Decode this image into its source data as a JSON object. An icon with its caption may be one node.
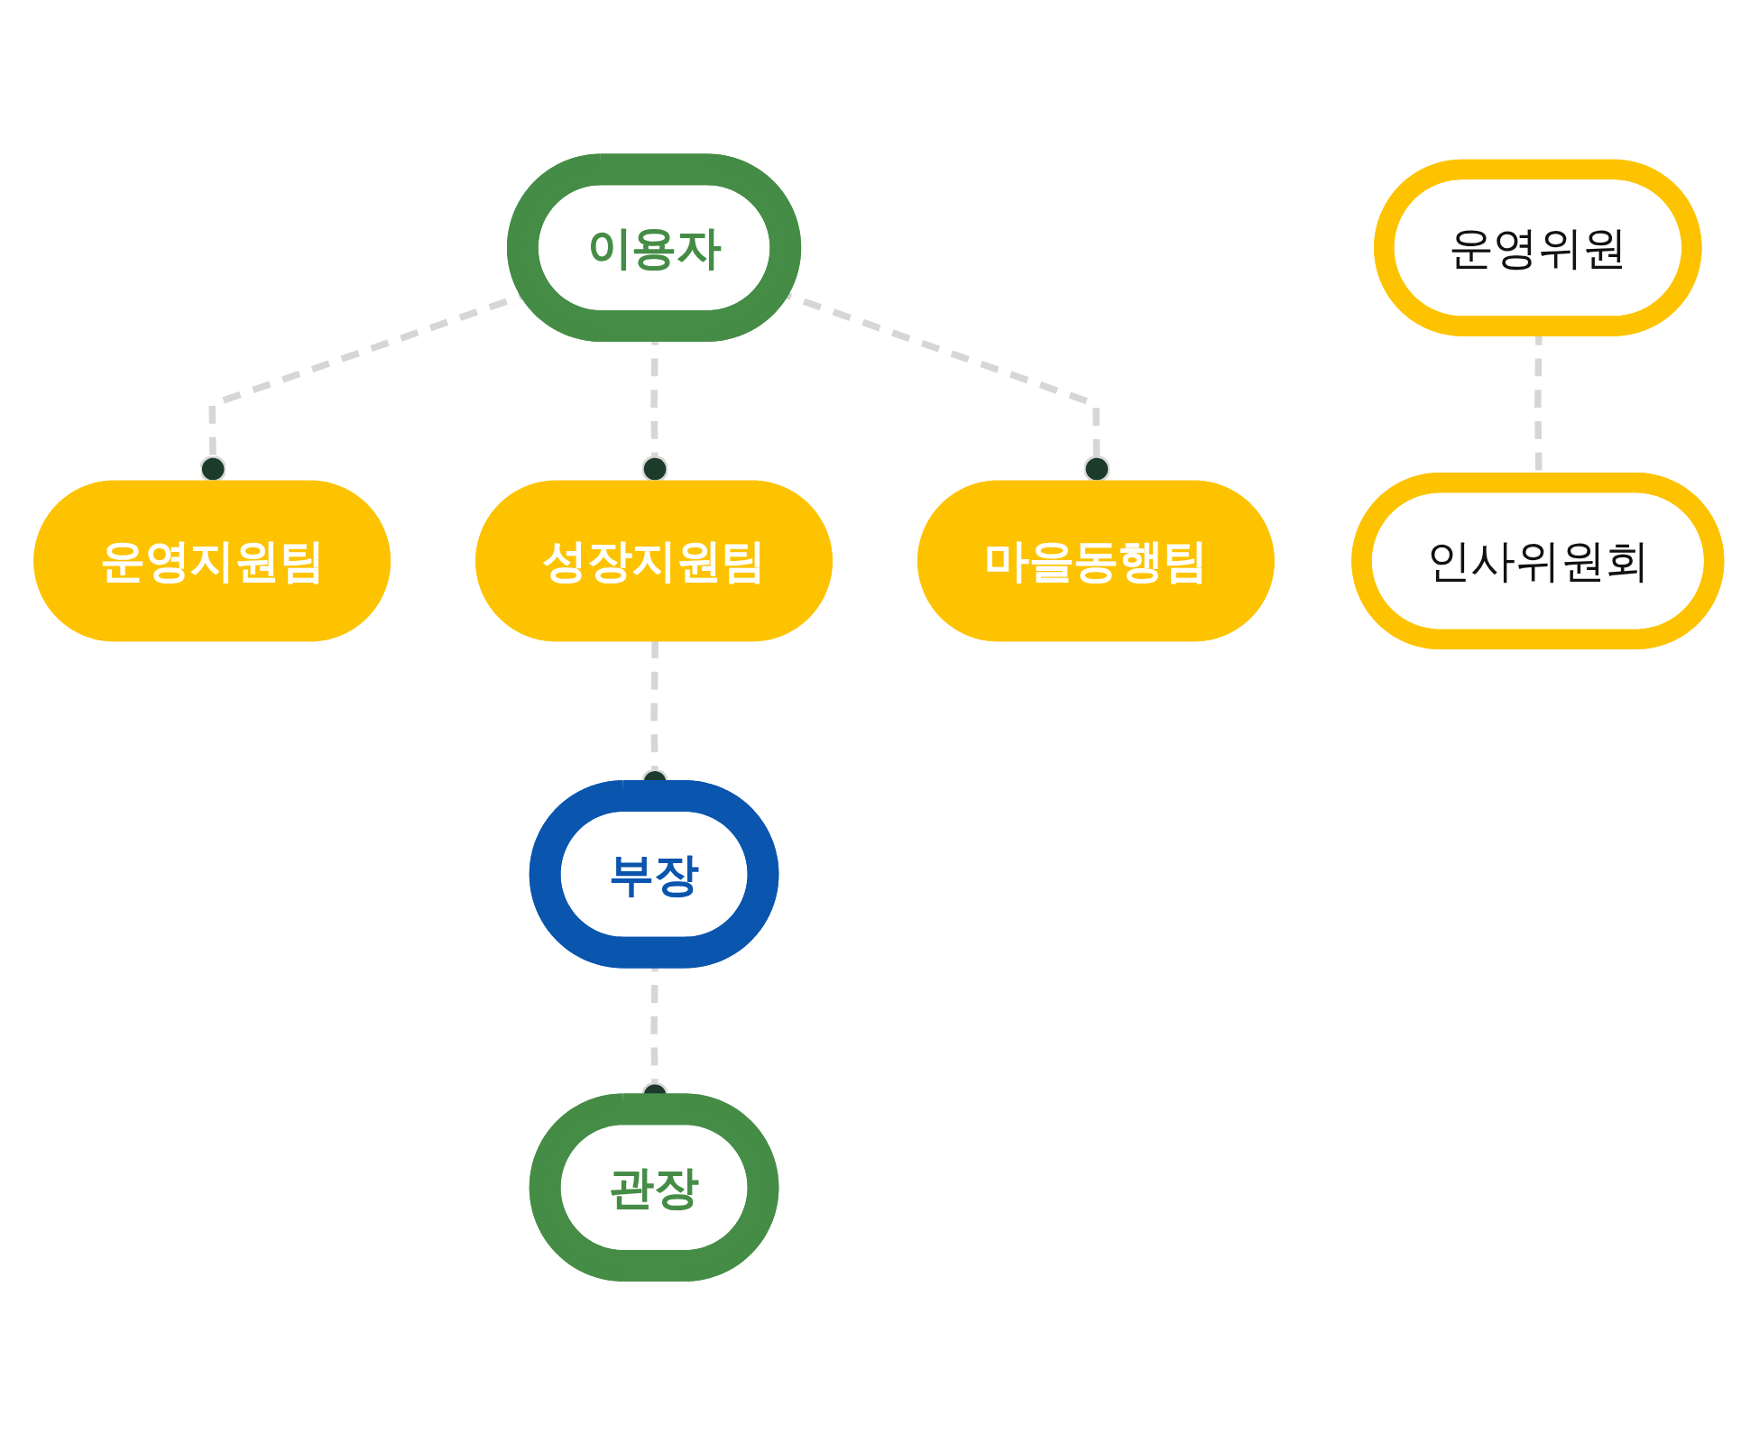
{
  "diagram": {
    "nodes": [
      {
        "text": [
          "이용자"
        ]
      },
      {
        "text": [
          "운영지원팀"
        ]
      },
      {
        "text": [
          "성장지원팀"
        ]
      },
      {
        "text": [
          "마을동행팀"
        ]
      },
      {
        "text": [
          "부장"
        ]
      },
      {
        "text": [
          "운영위원"
        ]
      },
      {
        "text": [
          "인사위원회"
        ]
      },
      {
        "text": [
          "관장"
        ]
      }
    ],
    "edges": [
      {
        "from": 0,
        "to": 1,
        "arrow": "other",
        "style": "dashed"
      },
      {
        "from": 0,
        "to": 2,
        "arrow": "other",
        "style": "dashed"
      },
      {
        "from": 0,
        "to": 3,
        "arrow": "other",
        "style": "dashed"
      },
      {
        "from": 2,
        "to": 4,
        "arrow": "other",
        "style": "dashed"
      },
      {
        "from": 4,
        "to": 7,
        "arrow": "other",
        "style": "dashed"
      },
      {
        "from": 5,
        "to": 6,
        "arrow": "none",
        "style": "dashed"
      }
    ]
  }
}
